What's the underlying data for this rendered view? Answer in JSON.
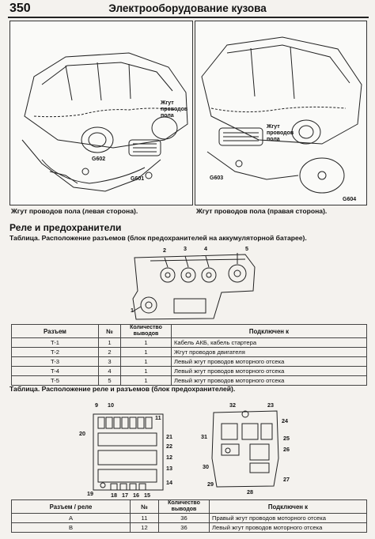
{
  "header": {
    "page_number": "350",
    "title": "Электрооборудование кузова"
  },
  "figure_left": {
    "callout_harness": "Жгут\nпроводов\nпола",
    "labels": [
      "G602",
      "G601"
    ],
    "caption": "Жгут проводов пола (левая сторона)."
  },
  "figure_right": {
    "callout_harness": "Жгут\nпроводов\nпола",
    "labels": [
      "G603",
      "G604"
    ],
    "caption": "Жгут проводов пола (правая сторона)."
  },
  "section_title": "Реле и предохранители",
  "table1": {
    "title": "Таблица. Расположение разъемов (блок предохранителей на аккумуляторной батарее).",
    "diagram_numbers": [
      "1",
      "2",
      "3",
      "4",
      "5"
    ],
    "headers": [
      "Разъем",
      "№",
      "Количество выводов",
      "Подключен к"
    ],
    "rows": [
      [
        "T-1",
        "1",
        "1",
        "Кабель АКБ, кабель стартера"
      ],
      [
        "T-2",
        "2",
        "1",
        "Жгут проводов двигателя"
      ],
      [
        "T-3",
        "3",
        "1",
        "Левый жгут проводов моторного отсека"
      ],
      [
        "T-4",
        "4",
        "1",
        "Левый жгут проводов моторного отсека"
      ],
      [
        "T-5",
        "5",
        "1",
        "Левый жгут проводов моторного отсека"
      ]
    ]
  },
  "table2": {
    "title": "Таблица. Расположение реле и разъемов (блок предохранителей).",
    "left_numbers": [
      "9",
      "10",
      "11",
      "20",
      "21",
      "22",
      "12",
      "13",
      "19",
      "18",
      "17",
      "16",
      "15",
      "14"
    ],
    "right_numbers": [
      "32",
      "23",
      "24",
      "31",
      "25",
      "26",
      "30",
      "29",
      "28",
      "27"
    ],
    "headers": [
      "Разъем / реле",
      "№",
      "Количество выводов",
      "Подключен к"
    ],
    "rows": [
      [
        "A",
        "11",
        "36",
        "Правый жгут проводов моторного отсека"
      ],
      [
        "B",
        "12",
        "36",
        "Левый жгут проводов моторного отсека"
      ]
    ]
  }
}
